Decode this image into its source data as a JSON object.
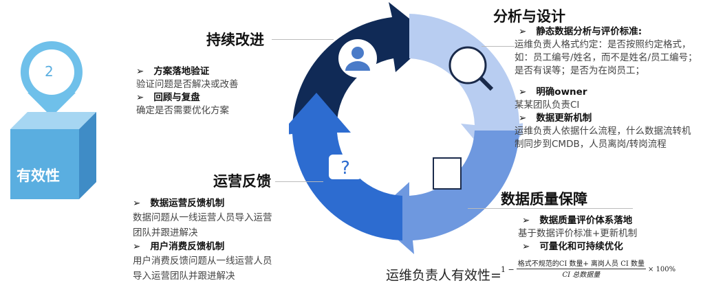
{
  "badge": {
    "number": "2",
    "label": "有效性"
  },
  "sections": {
    "improve": {
      "title": "持续改进",
      "items": [
        {
          "heading": "方案落地验证",
          "text": "验证问题是否解决或改善"
        },
        {
          "heading": "回顾与复盘",
          "text": "确定是否需要优化方案"
        }
      ]
    },
    "feedback": {
      "title": "运营反馈",
      "items": [
        {
          "heading": "数据运营反馈机制",
          "text": "数据问题从一线运营人员导入运营团队并跟进解决"
        },
        {
          "heading": "用户消费反馈机制",
          "text": "用户消费反馈问题从一线运营人员导入运营团队并跟进解决"
        }
      ]
    },
    "design": {
      "title": "分析与设计",
      "items": [
        {
          "heading": "静态数据分析与评价标准:",
          "text": "运维负责人格式约定：是否按照约定格式，如：员工编号/姓名，而不是姓名/员工编号；是否有误等；是否为在岗员工；"
        },
        {
          "heading": "明确owner",
          "text": "某某团队负责CI"
        },
        {
          "heading": "数据更新机制",
          "text": "运维负责人依据什么流程，什么数据流转机制同步到CMDB，人员离岗/转岗流程"
        }
      ]
    },
    "quality": {
      "title": "数据质量保障",
      "items": [
        {
          "heading": "数据质量评价体系落地",
          "text": "基于数据评价标准+更新机制"
        },
        {
          "heading": "可量化和可持续优化",
          "text": ""
        }
      ]
    }
  },
  "formula": {
    "label": "运维负责人有效性=",
    "one": "1 −",
    "numerator": "格式不规范的CI 数量+ 离岗人员 CI 数量",
    "denominator": "CI 总数据量",
    "times": "× 100%"
  },
  "colors": {
    "navy": "#102a56",
    "light": "#b8cdf1",
    "medium": "#6e98df",
    "blue": "#2d6cd0",
    "cube": "#5aaee0"
  }
}
